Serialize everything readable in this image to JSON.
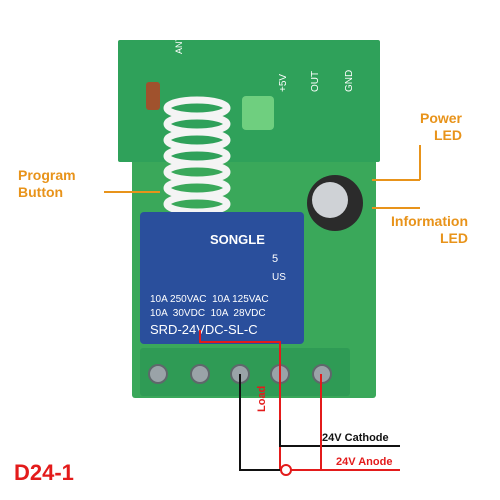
{
  "callouts": {
    "power_led": [
      "Power",
      "LED"
    ],
    "program_button": [
      "Program",
      "Button"
    ],
    "information_led": [
      "Information",
      "LED"
    ]
  },
  "pcb": {
    "module_pins": [
      "+5V",
      "OUT",
      "GND"
    ],
    "antenna_text": "ANT",
    "relay_brand": "SONGLE",
    "relay_ratings": [
      "10A 250VAC  10A 125VAC",
      "10A  30VDC  10A  28VDC"
    ],
    "relay_model": "SRD-24VDC-SL-C",
    "relay_mark_us": "US",
    "relay_mark_5": "5"
  },
  "wiring": {
    "load_label": "Load",
    "cathode_label": "24V Cathode",
    "anode_label": "24V Anode"
  },
  "model": "D24-1",
  "colors": {
    "pcb_green": "#3aa85a",
    "terminal_green": "#2f9b55",
    "relay_blue": "#2a4f9c",
    "callout_orange": "#e8931a",
    "label_red": "#e31b1b"
  }
}
